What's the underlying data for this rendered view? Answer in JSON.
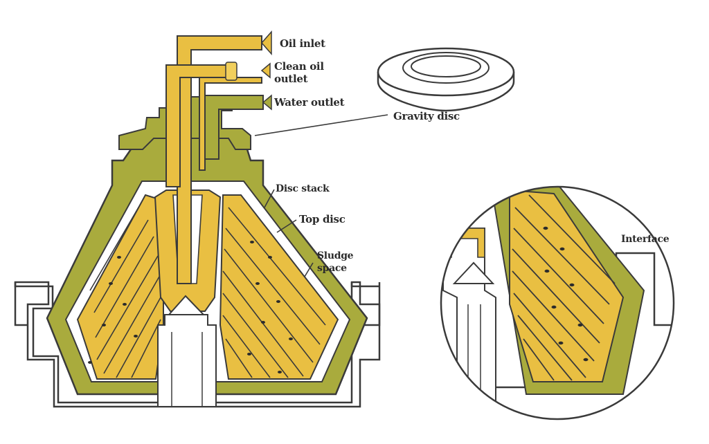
{
  "colors": {
    "olive": "#a9ab3d",
    "olive_dark": "#8d9030",
    "yellow": "#e9bf42",
    "yellow_light": "#f1cf5c",
    "outline": "#3a3a3a",
    "background": "#ffffff"
  },
  "labels": {
    "oil_inlet": "Oil inlet",
    "clean_oil_outlet_line1": "Clean oil",
    "clean_oil_outlet_line2": "outlet",
    "water_outlet": "Water outlet",
    "gravity_disc": "Gravity disc",
    "disc_stack": "Disc stack",
    "top_disc": "Top disc",
    "sludge_space_line1": "Sludge",
    "sludge_space_line2": "space",
    "interface": "Interface"
  }
}
